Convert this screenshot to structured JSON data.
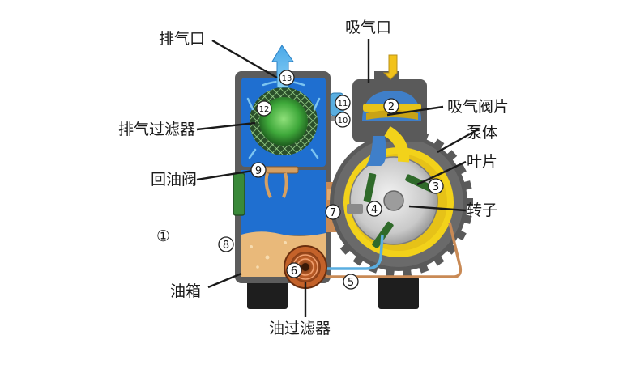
{
  "labels": {
    "exhaust_port": "排气口",
    "intake_port": "吸气口",
    "intake_valve": "吸气阀片",
    "pump_body": "泵体",
    "vane": "叶片",
    "rotor": "转子",
    "exhaust_filter": "排气过滤器",
    "oil_return_valve": "回油阀",
    "oil_tank": "油箱",
    "oil_filter": "油过滤器"
  },
  "markers": {
    "m1": "①",
    "m2": "②",
    "m3": "③",
    "m4": "④",
    "m5": "⑤",
    "m6": "⑥",
    "m7": "⑦",
    "m8": "⑧",
    "m9": "⑨",
    "m10": "⑩",
    "m11": "⑪",
    "m12": "⑫",
    "m13": "⑬"
  },
  "colors": {
    "water_blue": "#1f67c9",
    "oil": "#e8b678",
    "casing": "#5a5a5a",
    "rotor_yellow": "#f2d21a",
    "filter_green": "#3a9a3a",
    "pipe": "#c98a55"
  }
}
